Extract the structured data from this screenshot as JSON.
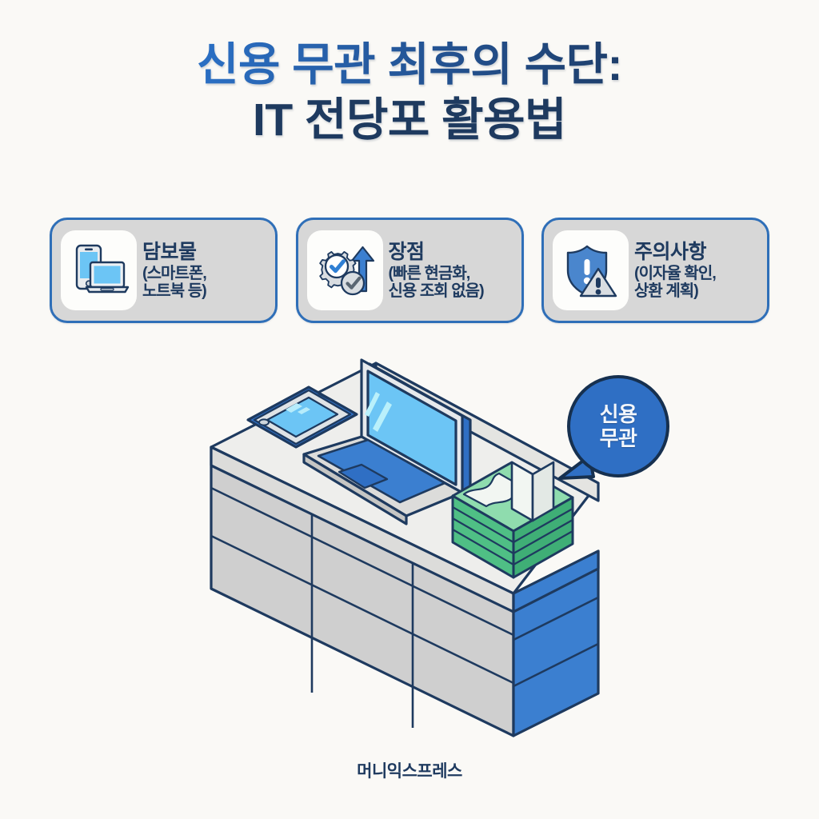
{
  "page": {
    "background_color": "#faf9f6",
    "accent_blue": "#2f6fc4",
    "navy": "#1e3a5f",
    "money_green": "#45b37a"
  },
  "title": {
    "line1": "신용 무관 최후의 수단:",
    "line2": "IT 전당포 활용법",
    "gradient_from": "#2f7fd4",
    "gradient_to": "#1b3256"
  },
  "cards": [
    {
      "icon": "smartphone-laptop-icon",
      "title": "담보물",
      "sub_line1": "(스마트폰,",
      "sub_line2": "노트북 등)"
    },
    {
      "icon": "gear-check-arrow-icon",
      "title": "장점",
      "sub_line1": "(빠른 현금화,",
      "sub_line2": "신용 조회 없음)"
    },
    {
      "icon": "shield-warning-icon",
      "title": "주의사항",
      "sub_line1": "(이자율 확인,",
      "sub_line2": "상환 계획)"
    }
  ],
  "bubble": {
    "line1": "신용",
    "line2": "무관"
  },
  "scene": {
    "objects": [
      "pawnshop-counter",
      "smartphone",
      "laptop",
      "cash-stack"
    ]
  },
  "footer": {
    "brand": "머니익스프레스"
  }
}
